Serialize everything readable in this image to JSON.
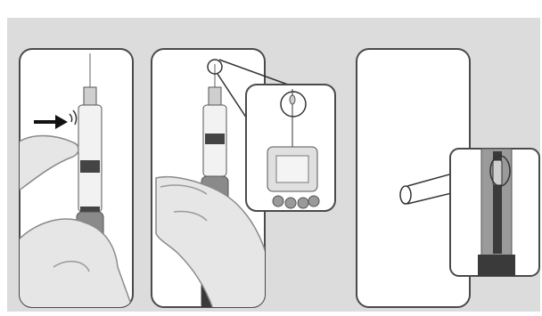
{
  "figure": {
    "panels": [
      {
        "id": "panel-1",
        "depicts": "tapping-pen-cartridge"
      },
      {
        "id": "panel-2",
        "depicts": "priming-check-needle-tip-droplet"
      },
      {
        "id": "panel-3",
        "depicts": "dose-window-check"
      }
    ]
  },
  "colors": {
    "background": "#dcdcdc",
    "panel_fill": "#ffffff",
    "outline": "#4a4a4a",
    "hand": "#e6e6e6",
    "pen_body": "#8a8a8a",
    "pen_dark": "#3a3a3a",
    "cartridge": "#f2f2f2"
  }
}
